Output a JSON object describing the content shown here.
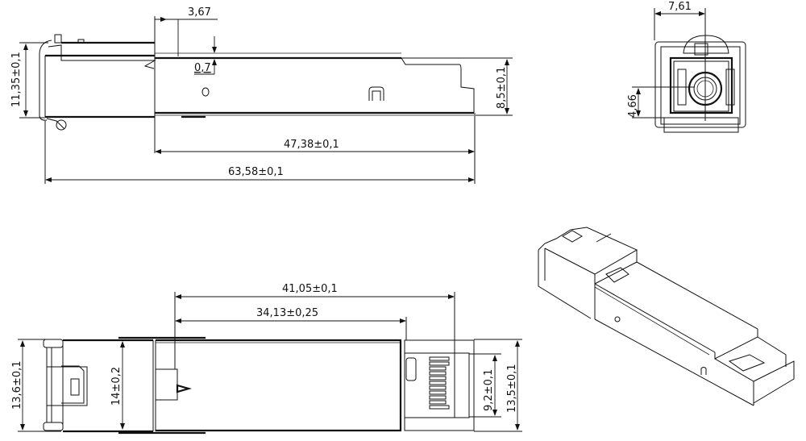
{
  "drawing": {
    "subject": "SFP module mechanical drawing",
    "views": {
      "side_view": {
        "dimensions": {
          "height_total": "11,35±0,1",
          "cage_offset": "3,67",
          "step": "0,7",
          "height_body": "8,5±0,1",
          "length_body": "47,38±0,1",
          "length_total": "63,58±0,1"
        }
      },
      "front_view": {
        "dimensions": {
          "width_center": "7,61",
          "height_center": "4,66"
        }
      },
      "top_view": {
        "dimensions": {
          "length_a": "41,05±0,1",
          "length_b": "34,13±0,25",
          "width_bail": "13,6±0,1",
          "width_body": "14±0,2",
          "width_connector": "9,2±0,1",
          "width_end": "13,5±0,1"
        }
      },
      "isometric_view": {}
    },
    "colors": {
      "line": "#111111",
      "background": "#ffffff"
    }
  }
}
